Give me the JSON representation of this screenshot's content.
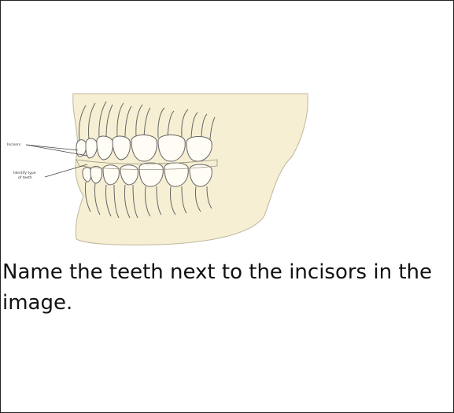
{
  "figure": {
    "labels": {
      "incisors": "Incisors",
      "identify": "Identify type",
      "identify_2": "of teeth"
    },
    "colors": {
      "jaw_fill": "#f6efd3",
      "tooth_stroke": "#666666"
    }
  },
  "question": {
    "text": "Name the teeth next to the incisors in the image."
  }
}
